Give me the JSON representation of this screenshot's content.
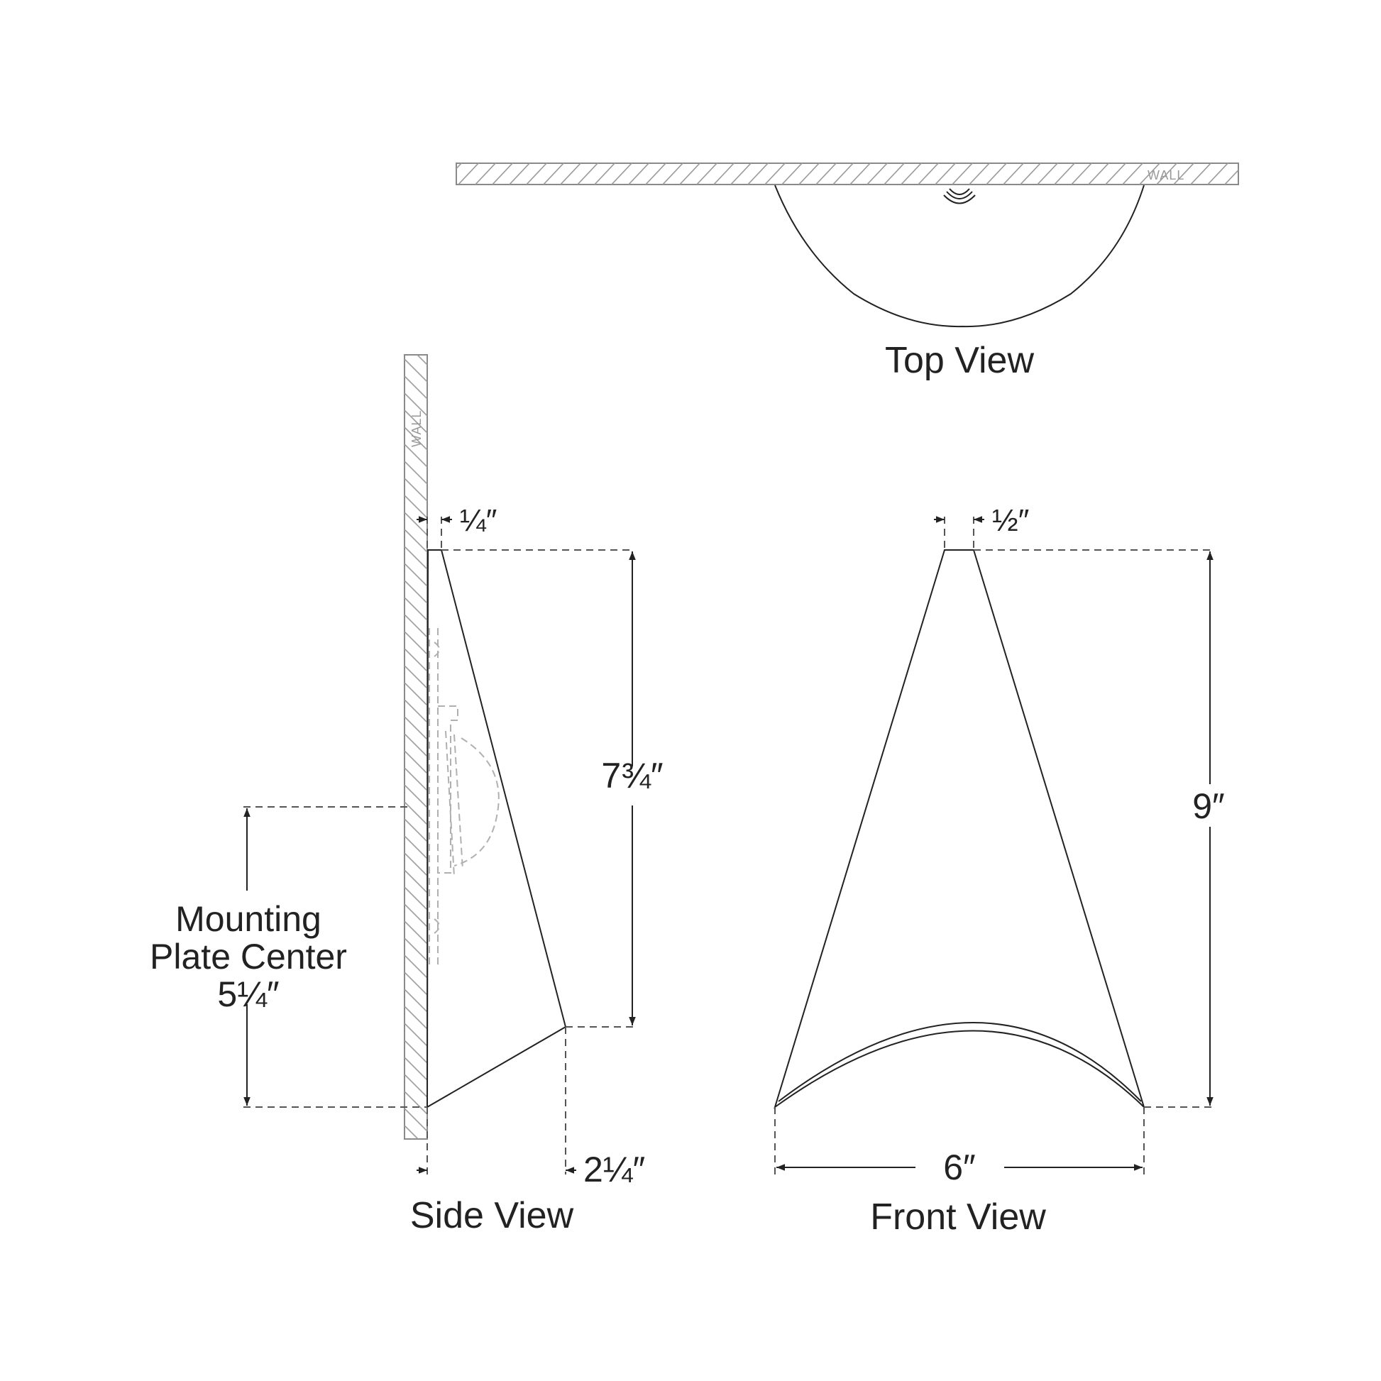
{
  "wall_label": "WALL",
  "views": {
    "top": {
      "label": "Top View"
    },
    "side": {
      "label": "Side View",
      "dim_top_offset": "¼″",
      "dim_height": "7¾″",
      "dim_depth": "2¼″",
      "mounting_label_line1": "Mounting",
      "mounting_label_line2": "Plate Center",
      "mounting_value": "5¼″"
    },
    "front": {
      "label": "Front View",
      "dim_top_width": "½″",
      "dim_height": "9″",
      "dim_width": "6″"
    }
  }
}
